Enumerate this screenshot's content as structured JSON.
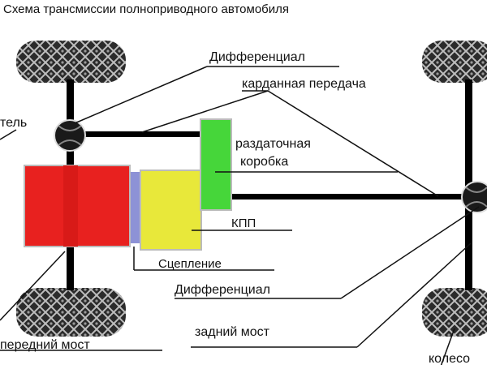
{
  "title": "Схема трансмиссии полноприводного автомобиля",
  "labels": {
    "differential_front": "Дифференциал",
    "driveshaft": "карданная передача",
    "engine": "тель",
    "transfer_case_line1": "раздаточная",
    "transfer_case_line2": "коробка",
    "gearbox": "КПП",
    "clutch": "Сцепление",
    "differential_rear": "Дифференциал",
    "rear_axle": "задний мост",
    "front_axle": "передний мост",
    "wheel": "колесо"
  },
  "colors": {
    "engine": "#e8211f",
    "clutch": "#8d92d6",
    "gearbox": "#e8e83a",
    "transfer_case": "#46d63a",
    "shaft": "#000000",
    "tire": "#2b2b2b"
  },
  "icons": {
    "wheel": "tire-tread-icon",
    "differential": "differential-hub-icon"
  }
}
